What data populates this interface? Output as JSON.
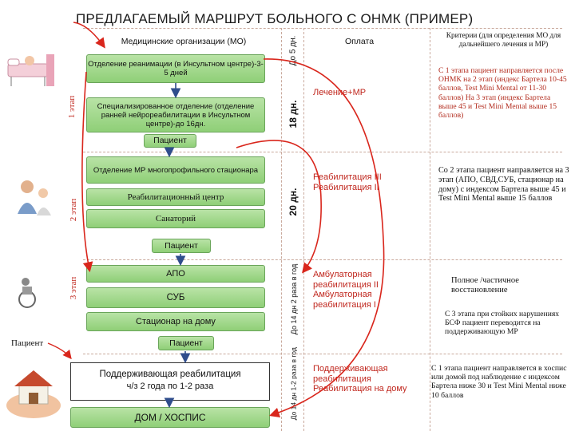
{
  "title": "ПРЕДЛАГАЕМЫЙ МАРШРУТ БОЛЬНОГО С ОНМК (ПРИМЕР)",
  "columns": {
    "organizations": "Медицинские организации (МО)",
    "payment": "Оплата",
    "criteria": "Критерии (для определения МО для дальнейшего лечения и МР)"
  },
  "stage1": {
    "label": "1 этап",
    "icu": "Отделение реанимации (в Инсультном центре)-3-5 дней",
    "specialized": "Специализированное отделение (отделение ранней нейрореабилитации в Инсультном центре)-до 16дн.",
    "patient": "Пациент",
    "dur_top": "До 5 дн.",
    "dur_main": "18 дн.",
    "payment": "Лечение+МР",
    "criteria": "С 1 этапа пациент направляется после ОНМК на 2 этап (индекс Бартела 10-45 баллов, Test Mini Mental от 11-30 баллов) На 3 этап (индекс Бартела выше 45 и Test Mini Mental выше 15 баллов)"
  },
  "stage2": {
    "label": "2 этап",
    "dept": "Отделение МР многопрофильного стационара",
    "rehab_center": "Реабилитационный центр",
    "sanatorium": "Санаторий",
    "patient": "Пациент",
    "duration": "20 дн.",
    "payment": "Реабилитация III Реабилитация II",
    "criteria": "Со 2 этапа пациент направляется на 3 этап (АПО, СВД,СУБ, стационар на дому) с индексом Бартела выше 45 и Test Mini Mental выше 15 баллов"
  },
  "stage3": {
    "label": "3 этап",
    "apo": "АПО",
    "sub": "СУБ",
    "home": "Стационар на дому",
    "patient": "Пациент",
    "duration": "До 14 дн 2 раза в год",
    "payment": "Амбулаторная реабилитация II Амбулаторная реабилитация I",
    "criteria_full": "Полное /частичное восстановление",
    "criteria_persistent": "С 3 этапа при стойких нарушениях БСФ пациент переводится на поддерживающую МР",
    "photo_caption": "Пациент"
  },
  "stage4": {
    "support": "Поддерживающая реабилитация",
    "support_sub": "ч/з 2 года по 1-2 раза",
    "home": "ДОМ / ХОСПИС",
    "duration": "До 14 дн 1-2 раза в год",
    "payment": "Поддерживающая реабилитация Реабилитация на дому",
    "criteria": "С 1 этапа пациент направляется в хоспис или домой под наблюдение с индексом Бартела ниже 30 и Test Mini Mental ниже 10 баллов"
  },
  "colors": {
    "box_green": "#9fd68a",
    "arrow_red": "#d9261c",
    "text_red": "#c0271e"
  }
}
